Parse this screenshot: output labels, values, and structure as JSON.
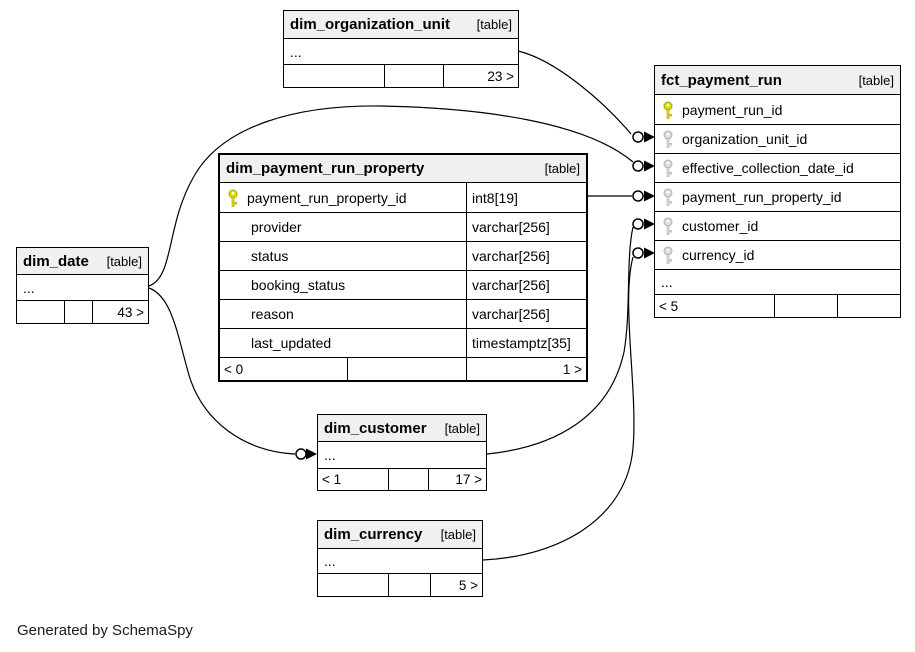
{
  "page": {
    "generated_by": "Generated by SchemaSpy"
  },
  "colors": {
    "border": "#000000",
    "header_bg": "#f0f0f0",
    "primary_key": "#dcdc00",
    "foreign_key": "#d9d9d9"
  },
  "tables": {
    "dim_organization_unit": {
      "name": "dim_organization_unit",
      "type_label": "[table]",
      "ellipsis": "...",
      "footer": [
        "",
        "",
        "23 >"
      ]
    },
    "fct_payment_run": {
      "name": "fct_payment_run",
      "type_label": "[table]",
      "columns": [
        {
          "name": "payment_run_id",
          "key": "primary"
        },
        {
          "name": "organization_unit_id",
          "key": "foreign"
        },
        {
          "name": "effective_collection_date_id",
          "key": "foreign"
        },
        {
          "name": "payment_run_property_id",
          "key": "foreign"
        },
        {
          "name": "customer_id",
          "key": "foreign"
        },
        {
          "name": "currency_id",
          "key": "foreign"
        }
      ],
      "ellipsis": "...",
      "footer": [
        "< 5",
        "",
        ""
      ]
    },
    "dim_payment_run_property": {
      "name": "dim_payment_run_property",
      "type_label": "[table]",
      "columns": [
        {
          "name": "payment_run_property_id",
          "type": "int8[19]",
          "key": "primary"
        },
        {
          "name": "provider",
          "type": "varchar[256]"
        },
        {
          "name": "status",
          "type": "varchar[256]"
        },
        {
          "name": "booking_status",
          "type": "varchar[256]"
        },
        {
          "name": "reason",
          "type": "varchar[256]"
        },
        {
          "name": "last_updated",
          "type": "timestamptz[35]"
        }
      ],
      "footer": [
        "< 0",
        "",
        "1 >"
      ]
    },
    "dim_date": {
      "name": "dim_date",
      "type_label": "[table]",
      "ellipsis": "...",
      "footer": [
        "",
        "",
        "43 >"
      ]
    },
    "dim_customer": {
      "name": "dim_customer",
      "type_label": "[table]",
      "ellipsis": "...",
      "footer": [
        "< 1",
        "",
        "17 >"
      ]
    },
    "dim_currency": {
      "name": "dim_currency",
      "type_label": "[table]",
      "ellipsis": "...",
      "footer": [
        "",
        "",
        "5 >"
      ]
    }
  },
  "relationships": [
    {
      "from": "dim_organization_unit",
      "to": "fct_payment_run.organization_unit_id"
    },
    {
      "from": "dim_date",
      "to": "fct_payment_run.effective_collection_date_id"
    },
    {
      "from": "dim_payment_run_property.payment_run_property_id",
      "to": "fct_payment_run.payment_run_property_id"
    },
    {
      "from": "dim_customer",
      "to": "fct_payment_run.customer_id"
    },
    {
      "from": "dim_currency",
      "to": "fct_payment_run.currency_id"
    },
    {
      "from": "dim_date",
      "to": "dim_customer"
    }
  ]
}
